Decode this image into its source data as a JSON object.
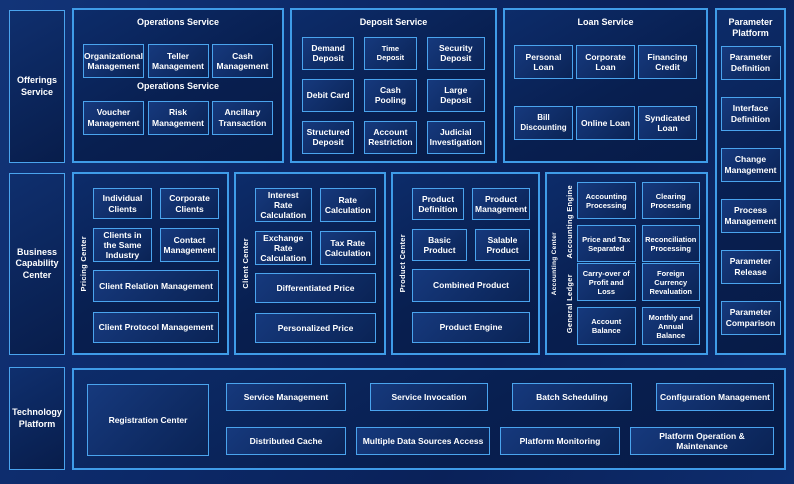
{
  "colors": {
    "background": "#0b2765",
    "panel_fill": "#081f50",
    "box_fill": "#0e2c66",
    "accent_border": "#3f9ce8",
    "text": "#ffffff"
  },
  "sidebar": {
    "items": [
      {
        "label": "Offerings Service"
      },
      {
        "label": "Business Capability Center"
      },
      {
        "label": "Technology Platform"
      }
    ]
  },
  "operations": {
    "title": "Operations Service",
    "mid_label": "Operations Service",
    "boxes": [
      "Organizational Management",
      "Teller Management",
      "Cash Management",
      "Voucher Management",
      "Risk Management",
      "Ancillary Transaction"
    ]
  },
  "deposit": {
    "title": "Deposit Service",
    "boxes": [
      "Demand Deposit",
      "Time Deposit",
      "Security Deposit",
      "Debit Card",
      "Cash Pooling",
      "Large Deposit",
      "Structured Deposit",
      "Account Restriction",
      "Judicial Investigation"
    ]
  },
  "loan": {
    "title": "Loan Service",
    "boxes": [
      "Personal Loan",
      "Corporate Loan",
      "Financing Credit",
      "Bill Discounting",
      "Online Loan",
      "Syndicated Loan"
    ]
  },
  "parameter_platform": {
    "title": "Parameter Platform",
    "boxes": [
      "Parameter Definition",
      "Interface Definition",
      "Change Management",
      "Process Management",
      "Parameter Release",
      "Parameter Comparison"
    ]
  },
  "pricing_center": {
    "label": "Pricing Center",
    "boxes": [
      "Individual Clients",
      "Corporate Clients",
      "Clients in the Same Industry",
      "Contact Management"
    ],
    "wide_boxes": [
      "Client Relation Management",
      "Client Protocol Management"
    ]
  },
  "client_center": {
    "label": "Client Center",
    "boxes": [
      "Interest Rate Calculation",
      "Rate Calculation",
      "Exchange Rate Calculation",
      "Tax Rate Calculation"
    ],
    "wide_boxes": [
      "Differentiated Price",
      "Personalized Price"
    ]
  },
  "product_center": {
    "label": "Product Center",
    "boxes": [
      "Product Definition",
      "Product Management",
      "Basic Product",
      "Salable Product"
    ],
    "wide_boxes": [
      "Combined Product",
      "Product Engine"
    ]
  },
  "accounting_center": {
    "label": "Accounting Center",
    "groups": [
      {
        "label": "Accounting Engine",
        "boxes": [
          "Accounting Processing",
          "Clearing Processing",
          "Price and Tax Separated",
          "Reconciliation Processing"
        ]
      },
      {
        "label": "General Ledger",
        "boxes": [
          "Carry-over of Profit and Loss",
          "Foreign Currency Revaluation",
          "Account Balance",
          "Monthly and Annual Balance"
        ]
      }
    ]
  },
  "technology_platform": {
    "registration_label": "Registration Center",
    "boxes_row1": [
      "Service Management",
      "Service Invocation",
      "Batch Scheduling",
      "Configuration Management"
    ],
    "boxes_row2": [
      "Distributed Cache",
      "Multiple Data Sources Access",
      "Platform Monitoring",
      "Platform Operation & Maintenance"
    ]
  }
}
